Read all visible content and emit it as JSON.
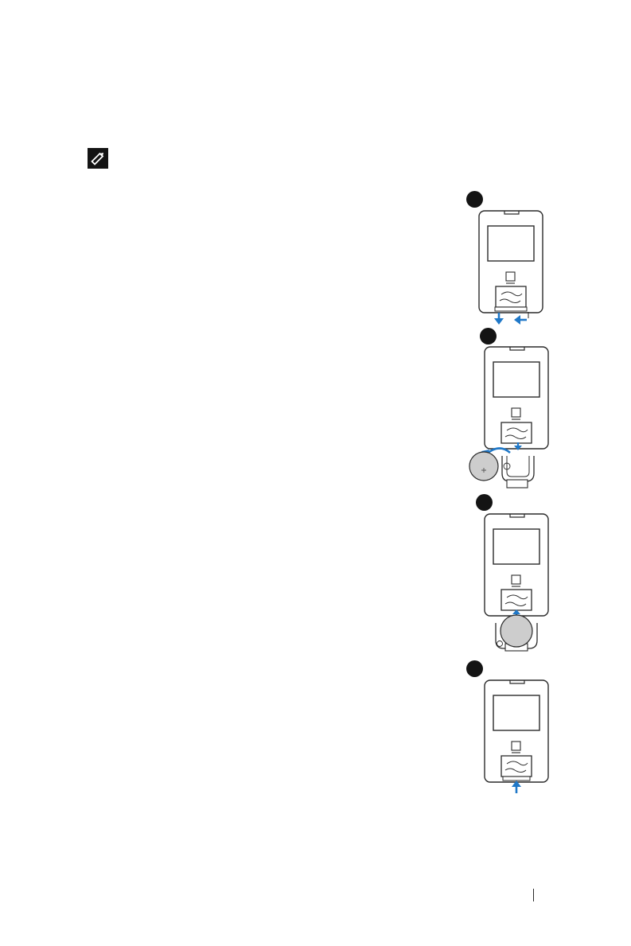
{
  "note": {
    "icon": "pencil-note-icon"
  },
  "steps": [
    {
      "number": "",
      "illustration": "remote-back-tray-release"
    },
    {
      "number": "",
      "illustration": "remote-tray-remove-battery"
    },
    {
      "number": "",
      "illustration": "remote-tray-insert-battery"
    },
    {
      "number": "",
      "illustration": "remote-tray-push-in"
    }
  ],
  "colors": {
    "arrow": "#1f78c8",
    "line": "#2a2a2a",
    "badge": "#141414"
  }
}
